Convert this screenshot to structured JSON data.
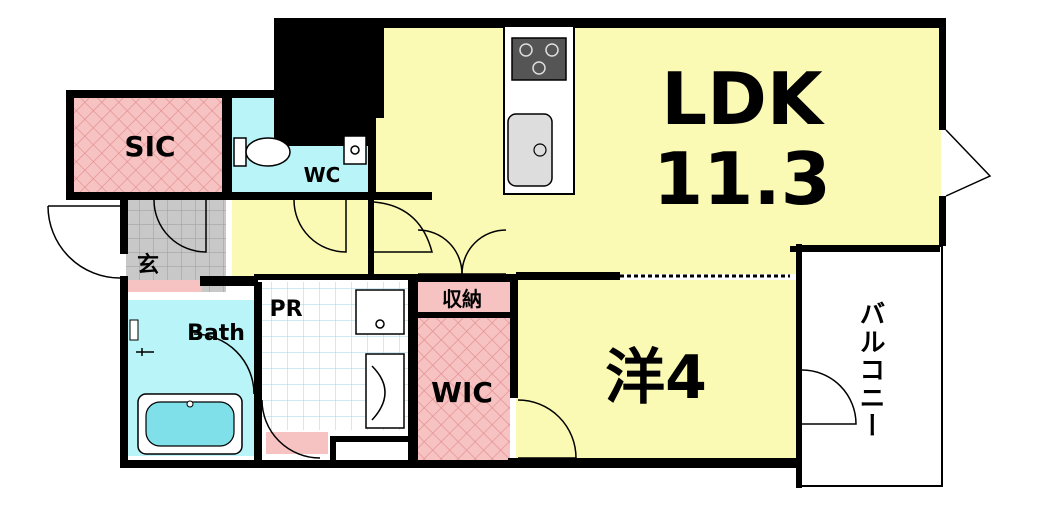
{
  "rooms": {
    "ldk": {
      "label": "LDK",
      "size": "11.3"
    },
    "western": {
      "label": "洋4"
    },
    "sic": {
      "label": "SIC"
    },
    "wc": {
      "label": "WC"
    },
    "entrance": {
      "label": "玄"
    },
    "bath": {
      "label": "Bath"
    },
    "pr": {
      "label": "PR"
    },
    "wic": {
      "label": "WIC"
    },
    "storage": {
      "label": "収納"
    },
    "balcony": {
      "label": "バルコニー"
    }
  },
  "colors": {
    "ldk": "#fafab4",
    "western": "#fafab4",
    "wet": "#b8f4f8",
    "closet": "#f6c2c2",
    "entrance_tile": "#c8c8c8",
    "wall": "#000000"
  }
}
